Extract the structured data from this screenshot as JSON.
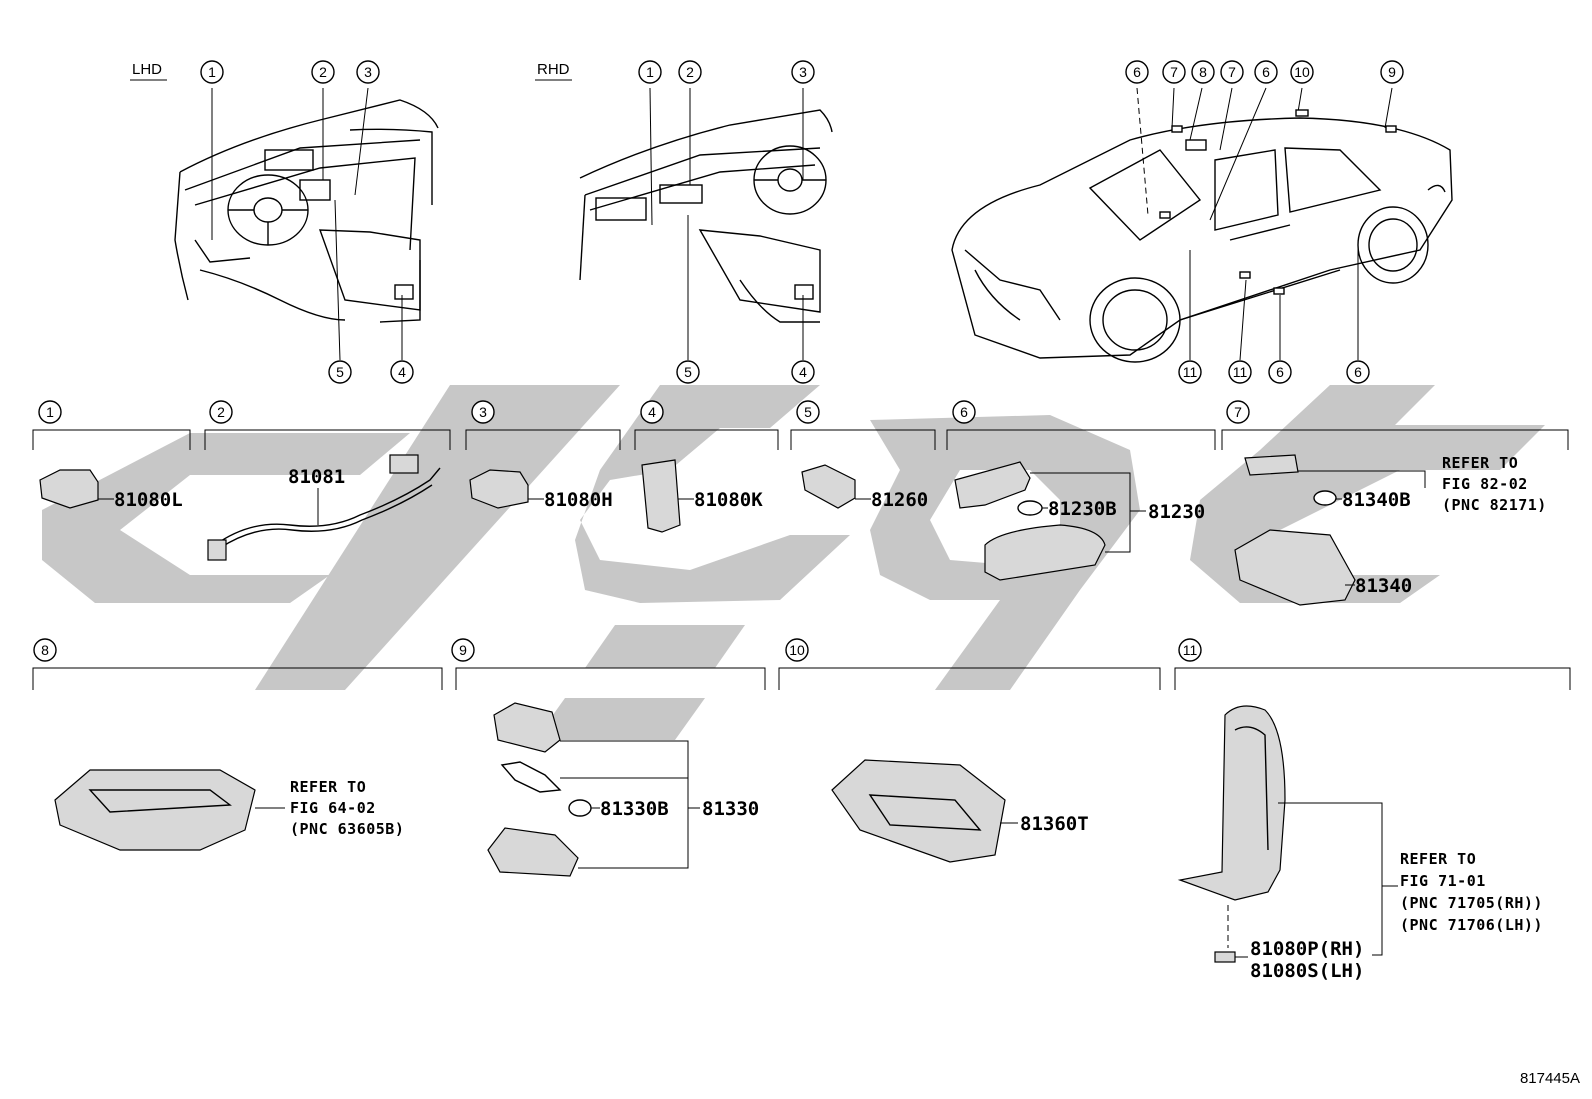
{
  "overview": {
    "lhd_label": "LHD",
    "rhd_label": "RHD",
    "lhd_callouts": [
      "1",
      "2",
      "3",
      "5",
      "4"
    ],
    "rhd_callouts": [
      "1",
      "2",
      "3",
      "5",
      "4"
    ],
    "car_top_callouts": [
      "6",
      "7",
      "8",
      "7",
      "6",
      "10",
      "9"
    ],
    "car_bottom_callouts": [
      "11",
      "11",
      "6",
      "6"
    ]
  },
  "sections": [
    {
      "id": "1",
      "parts": [
        "81080L"
      ]
    },
    {
      "id": "2",
      "parts": [
        "81081"
      ]
    },
    {
      "id": "3",
      "parts": [
        "81080H"
      ]
    },
    {
      "id": "4",
      "parts": [
        "81080K"
      ]
    },
    {
      "id": "5",
      "parts": [
        "81260"
      ]
    },
    {
      "id": "6",
      "parts": [
        "81230B",
        "81230"
      ]
    },
    {
      "id": "7",
      "parts": [
        "81340B",
        "81340"
      ],
      "refer": [
        "REFER TO",
        "FIG 82-02",
        "(PNC 82171)"
      ]
    },
    {
      "id": "8",
      "parts": [],
      "refer": [
        "REFER TO",
        "FIG 64-02",
        "(PNC 63605B)"
      ]
    },
    {
      "id": "9",
      "parts": [
        "81330B",
        "81330"
      ]
    },
    {
      "id": "10",
      "parts": [
        "81360T"
      ]
    },
    {
      "id": "11",
      "parts": [
        "81080P(RH)",
        "81080S(LH)"
      ],
      "refer": [
        "REFER TO",
        "FIG 71-01",
        "(PNC 71705(RH))",
        "(PNC 71706(LH))"
      ]
    }
  ],
  "figure_id": "817445A",
  "colors": {
    "ink": "#000000",
    "watermark": "#c7c7c7",
    "background": "#ffffff"
  }
}
